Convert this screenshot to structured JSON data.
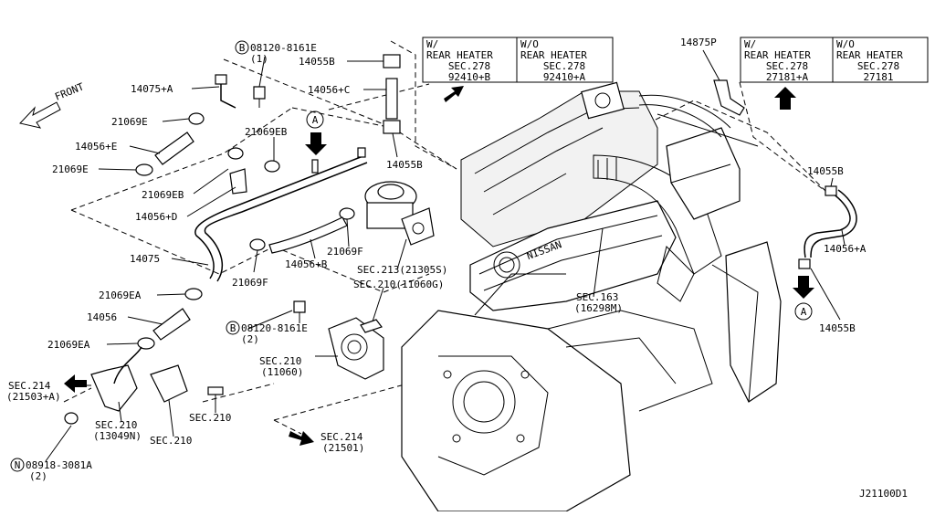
{
  "diagram": {
    "front_label": "FRONT",
    "ref_circle": "A",
    "code": "J21100D1",
    "circle_b": "B",
    "circle_n": "N",
    "parts": {
      "p14075a": "14075+A",
      "p21069e_1": "21069E",
      "p14056e": "14056+E",
      "p21069e_2": "21069E",
      "p21069eb_1": "21069EB",
      "p21069eb_2": "21069EB",
      "p14056d": "14056+D",
      "p14075": "14075",
      "p21069ea_1": "21069EA",
      "p14056": "14056",
      "p21069ea_2": "21069EA",
      "p21069f_1": "21069F",
      "p21069f_2": "21069F",
      "p14056b": "14056+B",
      "p14055b_1": "14055B",
      "p14056c": "14056+C",
      "p14055b_2": "14055B",
      "p14875p": "14875P",
      "p14055b_3": "14055B",
      "p14056a": "14056+A",
      "p14055b_4": "14055B"
    },
    "bolts": {
      "b1_num": "08120-8161E",
      "b1_qty": "(1)",
      "b2_num": "08120-8161E",
      "b2_qty": "(2)",
      "n_num": "08918-3081A",
      "n_qty": "(2)"
    },
    "secs": {
      "sec213": "SEC.213(21305S)",
      "sec210_11060g": "SEC.210(11060G)",
      "sec163": "SEC.163",
      "sec163_sub": "(16298M)",
      "sec210_11060": "SEC.210",
      "sec210_11060_sub": "(11060)",
      "sec214_left": "SEC.214",
      "sec214_left_sub": "(21503+A)",
      "sec210_13049n": "SEC.210",
      "sec210_13049n_sub": "(13049N)",
      "sec210_a": "SEC.210",
      "sec210_b": "SEC.210",
      "sec214_bottom": "SEC.214",
      "sec214_bottom_sub": "(21501)"
    },
    "table1": {
      "col1_h1": "W/",
      "col1_h2": "REAR HEATER",
      "col1_sec": "SEC.278",
      "col1_part": "92410+B",
      "col2_h1": "W/O",
      "col2_h2": "REAR HEATER",
      "col2_sec": "SEC.278",
      "col2_part": "92410+A"
    },
    "table2": {
      "col1_h1": "W/",
      "col1_h2": "REAR HEATER",
      "col1_sec": "SEC.278",
      "col1_part": "27181+A",
      "col2_h1": "W/O",
      "col2_h2": "REAR HEATER",
      "col2_sec": "SEC.278",
      "col2_part": "27181"
    },
    "engine_logo": "NISSAN"
  }
}
